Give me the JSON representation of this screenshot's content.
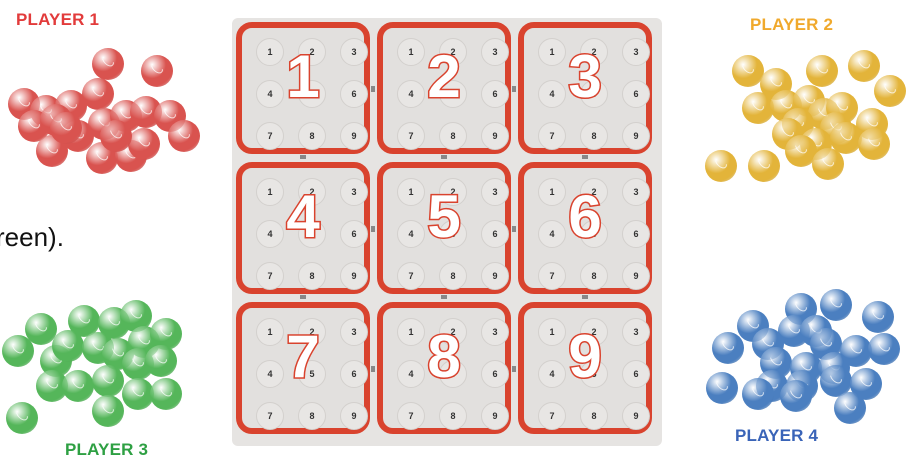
{
  "players": {
    "p1": {
      "label": "PLAYER 1",
      "color": "#e23b3b"
    },
    "p2": {
      "label": "PLAYER 2",
      "color": "#f0a92c"
    },
    "p3": {
      "label": "PLAYER 3",
      "color": "#2ea043"
    },
    "p4": {
      "label": "PLAYER 4",
      "color": "#3a64b8"
    }
  },
  "fragment_text": "reen).",
  "board": {
    "tiles": [
      {
        "number": "1"
      },
      {
        "number": "2"
      },
      {
        "number": "3"
      },
      {
        "number": "4"
      },
      {
        "number": "5"
      },
      {
        "number": "6"
      },
      {
        "number": "7"
      },
      {
        "number": "8"
      },
      {
        "number": "9"
      }
    ],
    "slot_labels": [
      "1",
      "2",
      "3",
      "4",
      "5",
      "6",
      "7",
      "8",
      "9"
    ]
  },
  "ball_colors": {
    "red": "#d9534f",
    "yellow": "#e3b43a",
    "green": "#55b65a",
    "blue": "#4b7fc0"
  }
}
